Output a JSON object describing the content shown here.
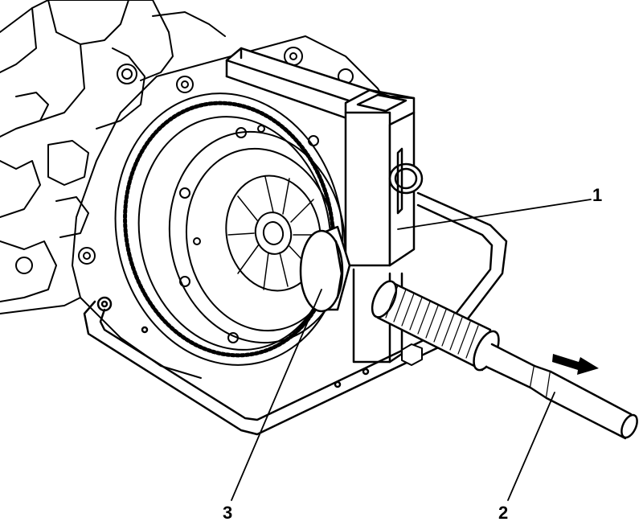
{
  "diagram": {
    "callouts": [
      {
        "id": "c1",
        "label": "1"
      },
      {
        "id": "c2",
        "label": "2"
      },
      {
        "id": "c3",
        "label": "3"
      }
    ],
    "arrow_icon": "pull-direction-arrow-icon",
    "line_color": "#000000",
    "background": "#ffffff"
  }
}
